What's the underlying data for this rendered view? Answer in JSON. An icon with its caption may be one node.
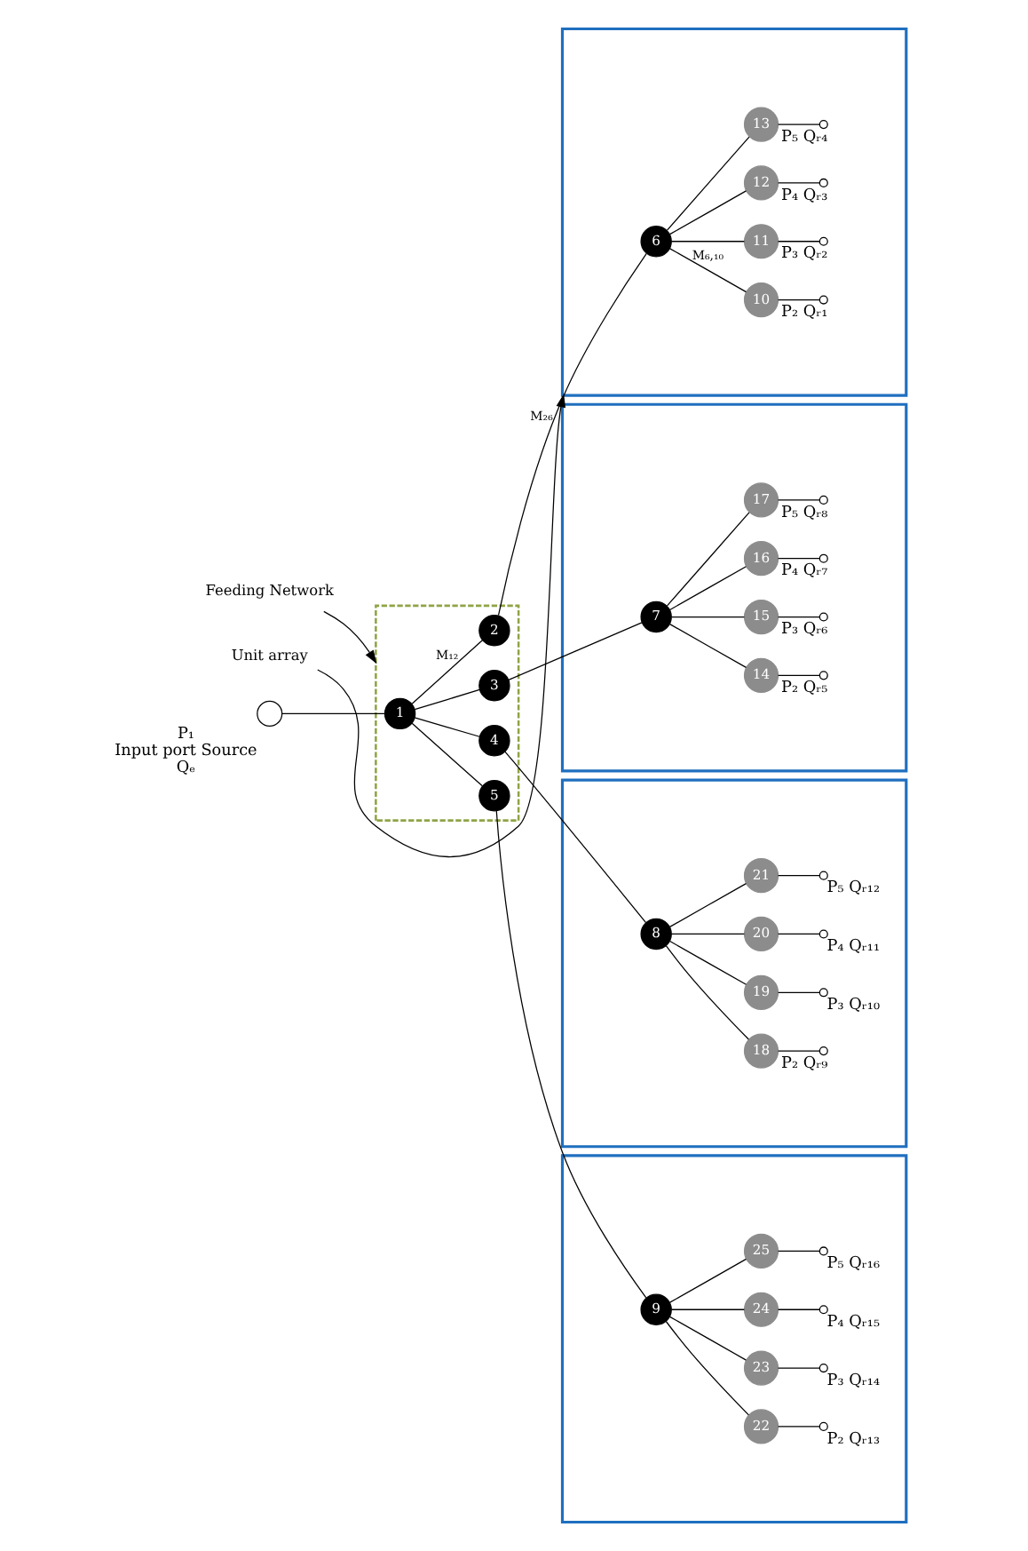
{
  "diagram": {
    "nodes": [
      {
        "text": [
          "Feeding Network"
        ]
      },
      {
        "text": [],
        "shape": "box"
      },
      {
        "text": [
          "Unit array"
        ]
      },
      {
        "text": [],
        "shape": "box"
      },
      {
        "text": [],
        "shape": "box"
      },
      {
        "text": [],
        "shape": "box"
      },
      {
        "text": [],
        "shape": "box"
      },
      {
        "text": [],
        "shape": "circle",
        "beside": [
          "P₁",
          "Input port Source",
          "Qₑ"
        ]
      },
      {
        "text": [
          "1"
        ],
        "in": 1
      },
      {
        "text": [
          "2"
        ],
        "in": 1
      },
      {
        "text": [
          "3"
        ],
        "in": 1
      },
      {
        "text": [
          "4"
        ],
        "in": 1
      },
      {
        "text": [
          "5"
        ],
        "in": 1
      },
      {
        "text": [
          "6"
        ],
        "in": 3
      },
      {
        "text": [
          "7"
        ],
        "in": 4
      },
      {
        "text": [
          "8"
        ],
        "in": 5
      },
      {
        "text": [
          "9"
        ],
        "in": 6
      },
      {
        "text": [
          "10"
        ],
        "in": 3
      },
      {
        "text": [
          "11"
        ],
        "in": 3
      },
      {
        "text": [
          "12"
        ],
        "in": 3
      },
      {
        "text": [
          "13"
        ],
        "in": 3
      },
      {
        "text": [
          "14"
        ],
        "in": 4
      },
      {
        "text": [
          "15"
        ],
        "in": 4
      },
      {
        "text": [
          "16"
        ],
        "in": 4
      },
      {
        "text": [
          "17"
        ],
        "in": 4
      },
      {
        "text": [
          "18"
        ],
        "in": 5
      },
      {
        "text": [
          "19"
        ],
        "in": 5
      },
      {
        "text": [
          "20"
        ],
        "in": 5
      },
      {
        "text": [
          "21"
        ],
        "in": 5
      },
      {
        "text": [
          "22"
        ],
        "in": 6
      },
      {
        "text": [
          "23"
        ],
        "in": 6
      },
      {
        "text": [
          "24"
        ],
        "in": 6
      },
      {
        "text": [
          "25"
        ],
        "in": 6
      },
      {
        "text": [],
        "shape": "circle",
        "in": 3,
        "beside": [
          "P₂",
          "Qᵣ₁"
        ]
      },
      {
        "text": [],
        "shape": "circle",
        "in": 3,
        "beside": [
          "P₃",
          "Qᵣ₂"
        ]
      },
      {
        "text": [],
        "shape": "circle",
        "in": 3,
        "beside": [
          "P₄",
          "Qᵣ₃"
        ]
      },
      {
        "text": [],
        "shape": "circle",
        "in": 3,
        "beside": [
          "P₅",
          "Qᵣ₄"
        ]
      },
      {
        "text": [],
        "shape": "circle",
        "in": 4,
        "beside": [
          "P₂",
          "Qᵣ₅"
        ]
      },
      {
        "text": [],
        "shape": "circle",
        "in": 4,
        "beside": [
          "P₃",
          "Qᵣ₆"
        ]
      },
      {
        "text": [],
        "shape": "circle",
        "in": 4,
        "beside": [
          "P₄",
          "Qᵣ₇"
        ]
      },
      {
        "text": [],
        "shape": "circle",
        "in": 4,
        "beside": [
          "P₅",
          "Qᵣ₈"
        ]
      },
      {
        "text": [],
        "shape": "circle",
        "in": 5,
        "beside": [
          "P₂",
          "Qᵣ₉"
        ]
      },
      {
        "text": [],
        "shape": "circle",
        "in": 5,
        "beside": [
          "P₃",
          "Qᵣ₁₀"
        ]
      },
      {
        "text": [],
        "shape": "circle",
        "in": 5,
        "beside": [
          "P₄",
          "Qᵣ₁₁"
        ]
      },
      {
        "text": [],
        "shape": "circle",
        "in": 5,
        "beside": [
          "P₅",
          "Qᵣ₁₂"
        ]
      },
      {
        "text": [],
        "shape": "circle",
        "in": 6,
        "beside": [
          "P₂",
          "Qᵣ₁₃"
        ]
      },
      {
        "text": [],
        "shape": "circle",
        "in": 6,
        "beside": [
          "P₃",
          "Qᵣ₁₄"
        ]
      },
      {
        "text": [],
        "shape": "circle",
        "in": 6,
        "beside": [
          "P₄",
          "Qᵣ₁₅"
        ]
      },
      {
        "text": [],
        "shape": "circle",
        "in": 6,
        "beside": [
          "P₅",
          "Qᵣ₁₆"
        ]
      }
    ],
    "edges": [
      {
        "from": 0,
        "to": 1,
        "arrow": "to"
      },
      {
        "from": 2,
        "to": 3,
        "arrow": "to"
      },
      {
        "from": 7,
        "to": 8,
        "arrow": "none"
      },
      {
        "from": 8,
        "to": 9,
        "arrow": "none",
        "label": "M₁₂"
      },
      {
        "from": 8,
        "to": 10,
        "arrow": "none"
      },
      {
        "from": 8,
        "to": 11,
        "arrow": "none"
      },
      {
        "from": 8,
        "to": 12,
        "arrow": "none"
      },
      {
        "from": 9,
        "to": 13,
        "arrow": "none",
        "label": "M₂₆"
      },
      {
        "from": 10,
        "to": 14,
        "arrow": "none"
      },
      {
        "from": 11,
        "to": 15,
        "arrow": "none"
      },
      {
        "from": 12,
        "to": 16,
        "arrow": "none"
      },
      {
        "from": 13,
        "to": 17,
        "arrow": "none",
        "label": "M₆,₁₀"
      },
      {
        "from": 13,
        "to": 18,
        "arrow": "none"
      },
      {
        "from": 13,
        "to": 19,
        "arrow": "none"
      },
      {
        "from": 13,
        "to": 20,
        "arrow": "none"
      },
      {
        "from": 14,
        "to": 21,
        "arrow": "none"
      },
      {
        "from": 14,
        "to": 22,
        "arrow": "none"
      },
      {
        "from": 14,
        "to": 23,
        "arrow": "none"
      },
      {
        "from": 14,
        "to": 24,
        "arrow": "none"
      },
      {
        "from": 15,
        "to": 25,
        "arrow": "none"
      },
      {
        "from": 15,
        "to": 26,
        "arrow": "none"
      },
      {
        "from": 15,
        "to": 27,
        "arrow": "none"
      },
      {
        "from": 15,
        "to": 28,
        "arrow": "none"
      },
      {
        "from": 16,
        "to": 29,
        "arrow": "none"
      },
      {
        "from": 16,
        "to": 30,
        "arrow": "none"
      },
      {
        "from": 16,
        "to": 31,
        "arrow": "none"
      },
      {
        "from": 16,
        "to": 32,
        "arrow": "none"
      },
      {
        "from": 17,
        "to": 33,
        "arrow": "none"
      },
      {
        "from": 18,
        "to": 34,
        "arrow": "none"
      },
      {
        "from": 19,
        "to": 35,
        "arrow": "none"
      },
      {
        "from": 20,
        "to": 36,
        "arrow": "none"
      },
      {
        "from": 21,
        "to": 37,
        "arrow": "none"
      },
      {
        "from": 22,
        "to": 38,
        "arrow": "none"
      },
      {
        "from": 23,
        "to": 39,
        "arrow": "none"
      },
      {
        "from": 24,
        "to": 40,
        "arrow": "none"
      },
      {
        "from": 25,
        "to": 41,
        "arrow": "none"
      },
      {
        "from": 26,
        "to": 42,
        "arrow": "none"
      },
      {
        "from": 27,
        "to": 43,
        "arrow": "none"
      },
      {
        "from": 28,
        "to": 44,
        "arrow": "none"
      },
      {
        "from": 29,
        "to": 45,
        "arrow": "none"
      },
      {
        "from": 30,
        "to": 46,
        "arrow": "none"
      },
      {
        "from": 31,
        "to": 47,
        "arrow": "none"
      },
      {
        "from": 32,
        "to": 48,
        "arrow": "none"
      }
    ]
  }
}
